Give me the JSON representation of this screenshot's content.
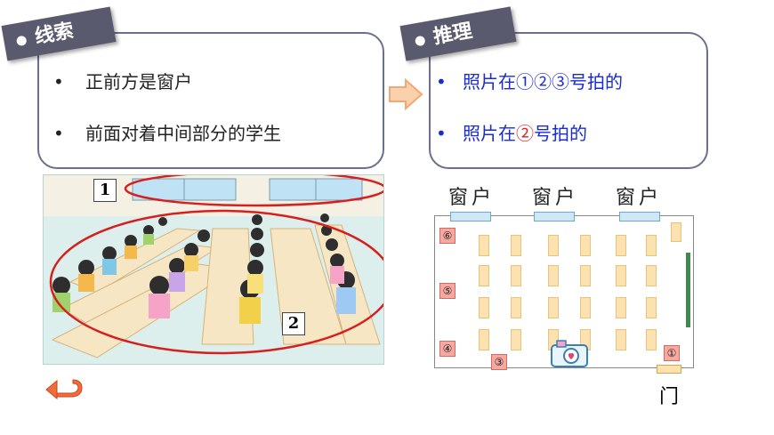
{
  "clues": {
    "tag": "线索",
    "items": [
      "正前方是窗户",
      "前面对着中间部分的学生"
    ]
  },
  "reasoning": {
    "tag": "推理",
    "items": [
      {
        "prefix": "照片在",
        "highlight": "①②③",
        "suffix": "号拍的"
      },
      {
        "prefix": "照片在",
        "highlight": "②",
        "suffix": "号拍的"
      }
    ]
  },
  "photo": {
    "label_1": "1",
    "label_2": "2"
  },
  "plan": {
    "window_labels": [
      "窗户",
      "窗户",
      "窗户"
    ],
    "door_label": "门",
    "seat_numbers": [
      "⑥",
      "⑤",
      "④",
      "③",
      "①"
    ]
  },
  "bullet_char": "•",
  "colors": {
    "panel_border": "#6e6e8e",
    "tag_bg": "#5a5a6e",
    "reason_text": "#1a2bd6",
    "highlight": "#e01f1f",
    "oval": "#d62020"
  },
  "icons": {
    "arrow": "right-arrow-icon",
    "back": "return-arrow-icon",
    "camera": "camera-icon"
  }
}
